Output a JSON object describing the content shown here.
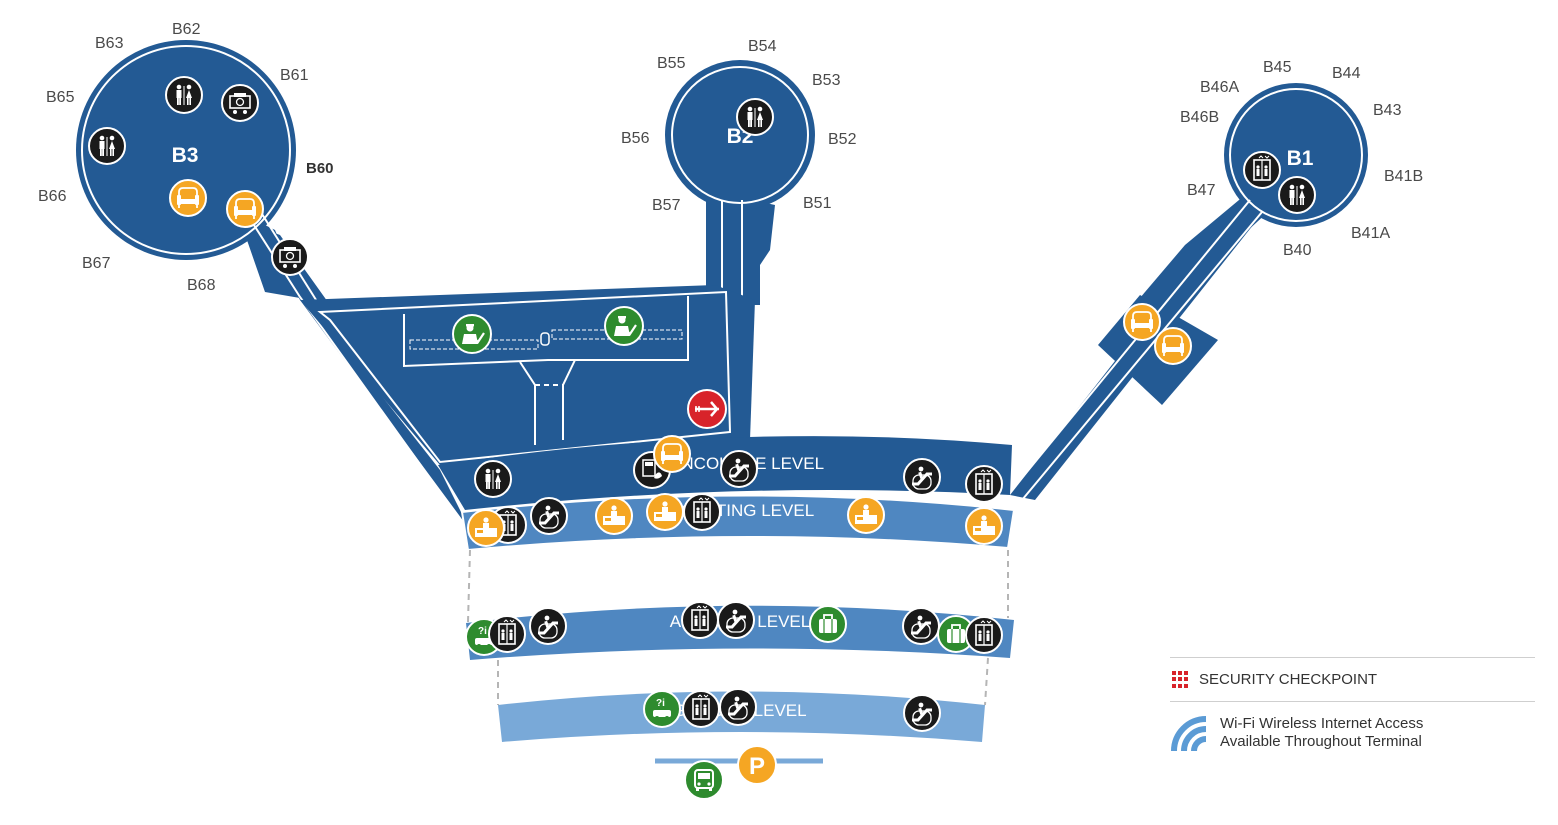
{
  "colors": {
    "concourse": "#235a94",
    "level": "#4f87c1",
    "level_light": "#79a9d8",
    "amenity_yellow": "#f5a623",
    "transit_green": "#2e8b2e",
    "security_red": "#d8232a",
    "icon_dark": "#1a1a1a",
    "wifi_blue": "#5b9bd5"
  },
  "hubs": {
    "b3": "B3",
    "b2": "B2",
    "b1": "B1"
  },
  "gates": {
    "b3": [
      "B63",
      "B62",
      "B61",
      "B65",
      "B60",
      "B66",
      "B67",
      "B68"
    ],
    "b2": [
      "B55",
      "B54",
      "B53",
      "B56",
      "B52",
      "B57",
      "B51"
    ],
    "b1": [
      "B46A",
      "B45",
      "B44",
      "B43",
      "B46B",
      "B41B",
      "B47",
      "B41A",
      "B40"
    ]
  },
  "levels": {
    "concourse": "CONCOURSE LEVEL",
    "ticketing": "TICKETING LEVEL",
    "baggage": "ARRIVALS LEVEL",
    "ground": "GROUND LEVEL"
  },
  "icon_names": [
    "restroom-icon",
    "atm-icon",
    "seating-icon",
    "elevator-icon",
    "escalator-icon",
    "tsa-officer-icon",
    "airline-departure-icon",
    "ticket-counter-icon",
    "taxi-info-icon",
    "baggage-icon",
    "bus-icon",
    "parking-icon",
    "phone-icon"
  ],
  "legend": {
    "security": "SECURITY CHECKPOINT",
    "wifi_line1": "Wi-Fi Wireless Internet Access",
    "wifi_line2": "Available Throughout Terminal"
  }
}
